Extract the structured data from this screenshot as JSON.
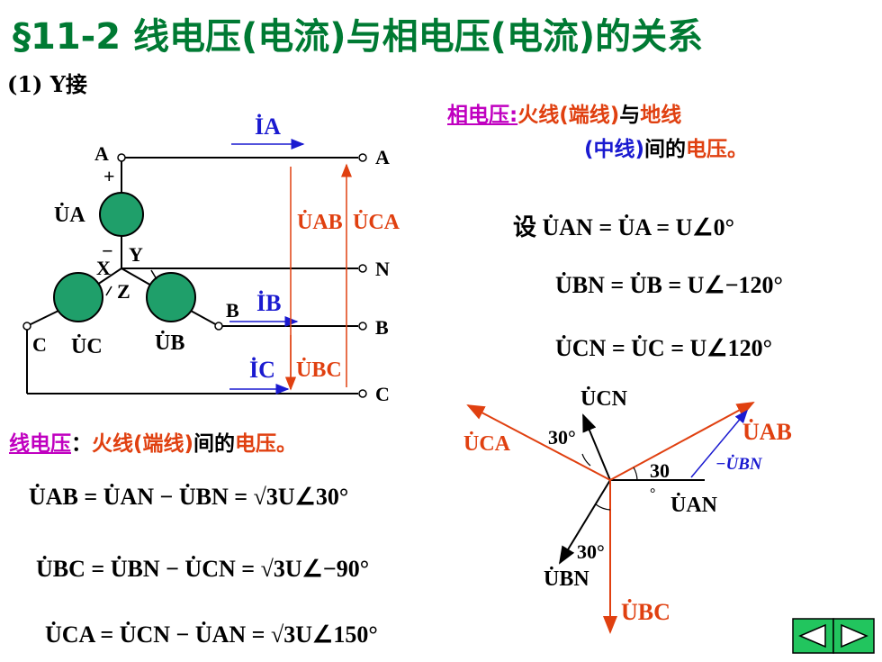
{
  "title": "§11-2 线电压(电流)与相电压(电流)的关系",
  "subtitle": "(1) Y接",
  "phase_def": {
    "term": "相电压",
    "colon": ":",
    "part1": "火线(端线)",
    "part2": "与",
    "part3": "地线",
    "line2_a": "(中线)",
    "line2_b": "间的",
    "line2_c": "电压。"
  },
  "line_def": {
    "term": "线电压",
    "colon": "：",
    "part1": "火线(端线)",
    "part2": "间的",
    "part3": "电压。"
  },
  "set_equations": [
    "设 U̇AN = U̇A = U∠0°",
    "U̇BN = U̇B = U∠−120°",
    "U̇CN = U̇C = U∠120°"
  ],
  "line_equations": [
    "U̇AB = U̇AN − U̇BN = √3U∠30°",
    "U̇BC = U̇BN − U̇CN = √3U∠−90°",
    "U̇CA = U̇CN − U̇AN = √3U∠150°"
  ],
  "circuit_labels": {
    "node_A_left": "A",
    "plus": "+",
    "UA": "U̇A",
    "minus": "−",
    "Y": "Y",
    "X": "X",
    "Z": "Z",
    "C_left": "C",
    "UC": "U̇C",
    "UB": "U̇B",
    "B_mid": "B",
    "term_A": "A",
    "term_N": "N",
    "term_B": "B",
    "term_C": "C",
    "IA": "İA",
    "IB": "İB",
    "IC": "İC",
    "UAB": "U̇AB",
    "UCA": "U̇CA",
    "UBC": "U̇BC"
  },
  "phasor_labels": {
    "UCN": "U̇CN",
    "UAB": "U̇AB",
    "UCA": "U̇CA",
    "minusUBN": "−U̇BN",
    "UAN": "U̇AN",
    "UBN": "U̇BN",
    "UBC": "U̇BC",
    "ang1": "30°",
    "ang2": "30",
    "ang2deg": "°",
    "ang3": "30°"
  },
  "colors": {
    "title": "#007a33",
    "phase": "#2e8b57",
    "red": "#e04010",
    "blue": "#1a1ad0",
    "magenta": "#c000c0",
    "nav": "#22c55e"
  },
  "nav": {
    "prev_icon": "left-triangle",
    "next_icon": "right-triangle"
  }
}
